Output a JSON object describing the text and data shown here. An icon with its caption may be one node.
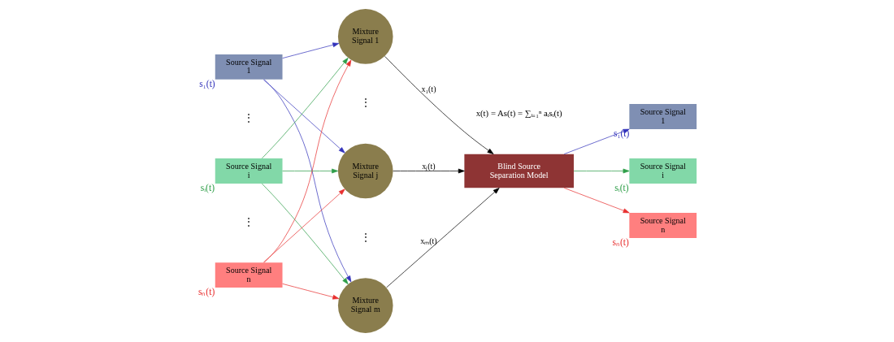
{
  "diagram": {
    "nodes": [
      {
        "text": [
          "Source Signal 1"
        ],
        "beside": [
          "s₁(t)"
        ]
      },
      {
        "text": [
          "Source Signal i"
        ],
        "beside": [
          "sᵢ(t)"
        ]
      },
      {
        "text": [
          "Source Signal n"
        ],
        "beside": [
          "sₙ(t)"
        ]
      },
      {
        "text": [
          "Mixture Signal 1"
        ]
      },
      {
        "text": [
          "Mixture Signal j"
        ]
      },
      {
        "text": [
          "Mixture Signal m"
        ]
      },
      {
        "text": [
          "Blind Source Separation Model"
        ]
      },
      {
        "text": [
          "Source Signal 1"
        ],
        "beside": [
          "s₁(t)"
        ]
      },
      {
        "text": [
          "Source Signal i"
        ],
        "beside": [
          "sᵢ(t)"
        ]
      },
      {
        "text": [
          "Source Signal n"
        ],
        "beside": [
          "sₙ(t)"
        ]
      }
    ],
    "edges": [
      {
        "from": 0,
        "to": 3,
        "arrow": "to",
        "color": "#3333bb"
      },
      {
        "from": 0,
        "to": 4,
        "arrow": "to",
        "color": "#3333bb"
      },
      {
        "from": 0,
        "to": 5,
        "arrow": "to",
        "color": "#3333bb"
      },
      {
        "from": 1,
        "to": 3,
        "arrow": "to",
        "color": "#2e9e48"
      },
      {
        "from": 1,
        "to": 4,
        "arrow": "to",
        "color": "#2e9e48"
      },
      {
        "from": 1,
        "to": 5,
        "arrow": "to",
        "color": "#2e9e48"
      },
      {
        "from": 2,
        "to": 3,
        "arrow": "to",
        "color": "#e83030"
      },
      {
        "from": 2,
        "to": 4,
        "arrow": "to",
        "color": "#e83030"
      },
      {
        "from": 2,
        "to": 5,
        "arrow": "to",
        "color": "#e83030"
      },
      {
        "from": 3,
        "to": 6,
        "arrow": "to",
        "label": "x₁(t)",
        "color": "#000000"
      },
      {
        "from": 4,
        "to": 6,
        "arrow": "to",
        "label": "xⱼ(t)",
        "color": "#000000"
      },
      {
        "from": 5,
        "to": 6,
        "arrow": "to",
        "label": "xₘ(t)",
        "color": "#000000"
      },
      {
        "from": 6,
        "to": 7,
        "arrow": "to",
        "color": "#3333bb"
      },
      {
        "from": 6,
        "to": 8,
        "arrow": "to",
        "color": "#2e9e48"
      },
      {
        "from": 6,
        "to": 9,
        "arrow": "to",
        "color": "#e83030"
      }
    ],
    "labels": [
      "⋮",
      "⋮",
      "⋮",
      "⋮",
      "x(t) = As(t) = ∑ᵢ₌₁ⁿ aᵢsᵢ(t)"
    ]
  }
}
